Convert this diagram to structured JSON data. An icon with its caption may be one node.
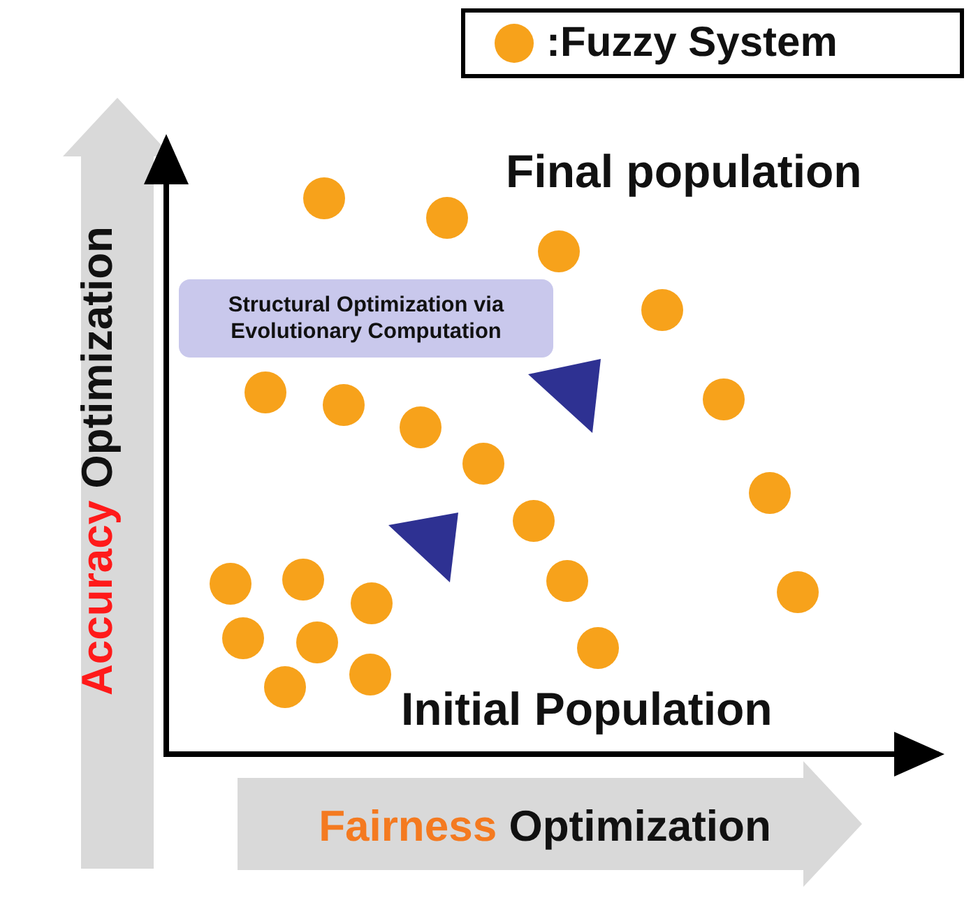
{
  "diagram": {
    "nodes": [
      {
        "text": [
          "Structural Optimization via Evolutionary Computation"
        ]
      }
    ],
    "labels": [
      "Final population",
      "Initial Population",
      "Accuracy Optimization",
      "Fairness Optimization"
    ],
    "legend": [
      {
        "text": ":Fuzzy System",
        "color": "#f7a21b"
      }
    ]
  }
}
